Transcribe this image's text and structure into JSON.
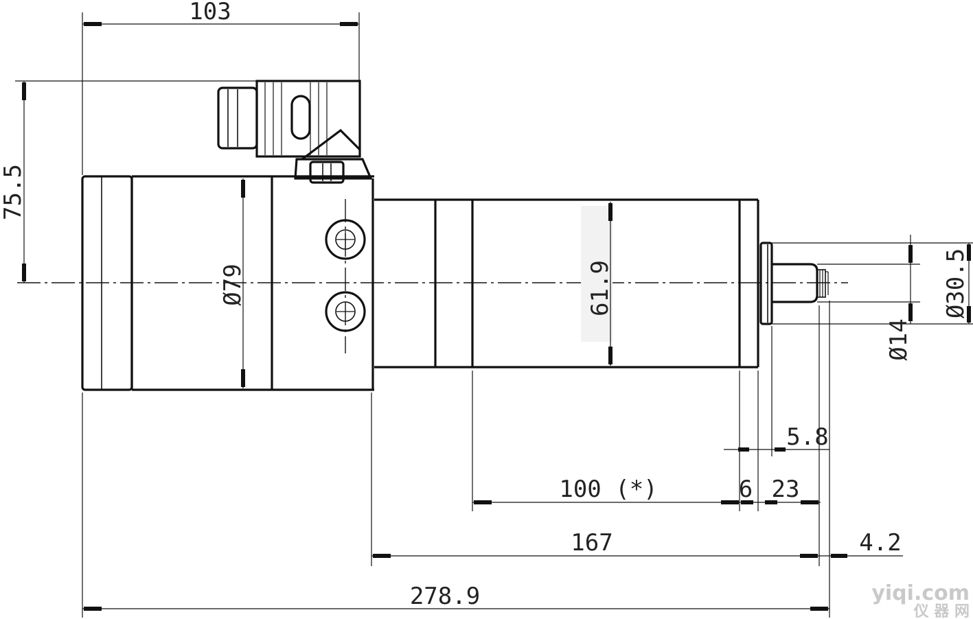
{
  "dimensions": {
    "top_width": "103",
    "connector_height": "75.5",
    "body_diameter": "Ø79",
    "front_diameter": "61.9",
    "nose_diameter": "Ø30.5",
    "shaft_diameter": "Ø14",
    "nose_length": "5.8",
    "length_100": "100 (*)",
    "length_6": "6",
    "length_23": "23",
    "length_167": "167",
    "length_4_2": "4.2",
    "overall_length": "278.9"
  },
  "watermark": {
    "line1": "yiqi.com",
    "line2": "仪 器 网"
  }
}
